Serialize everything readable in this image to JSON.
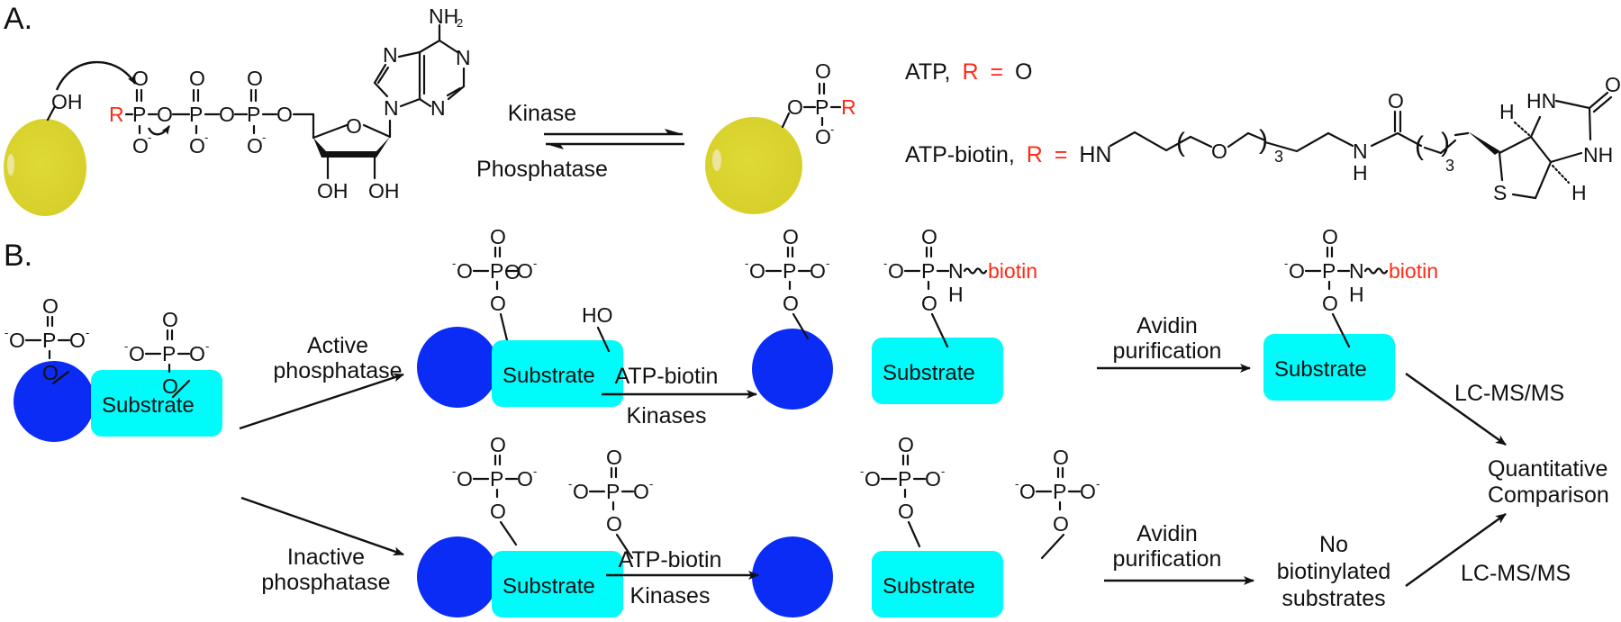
{
  "panels": {
    "a_label": "A.",
    "b_label": "B."
  },
  "colors": {
    "bead_yellow": "#dcd530",
    "protein_blue": "#0a2cf5",
    "substrate_cyan": "#00fbfb",
    "highlight_red": "#ff2a16",
    "ink": "#111111"
  },
  "panel_a": {
    "nucleophile": "OH",
    "r_group": "R",
    "phosphate_O": "O",
    "phosphate_P": "P",
    "bridge_O": "O",
    "neg_O": "O",
    "minus": "-",
    "adenine_nh2": "NH",
    "sub2": "2",
    "ring_N": "N",
    "ribose_O": "O",
    "ribose_OH_1": "OH",
    "ribose_OH_2": "OH",
    "forward_enzyme": "Kinase",
    "reverse_enzyme": "Phosphatase",
    "product_O": "O",
    "product_P": "P",
    "product_R": "R",
    "atp_def": {
      "name": "ATP,",
      "r": "R",
      "eq": "=",
      "value": "O"
    },
    "atp_biotin_def": {
      "name": "ATP-biotin,",
      "r": "R",
      "eq": "=",
      "value": "HN"
    },
    "linker": {
      "ether_O": "O",
      "peg_repeat": "3",
      "amide_N": "N",
      "amide_H": "H",
      "carbonyl_O": "O",
      "alkyl_repeat": "3",
      "biotin_HN": "HN",
      "biotin_NH": "NH",
      "biotin_O": "O",
      "biotin_S": "S",
      "biotin_H1": "H",
      "biotin_H2": "H"
    }
  },
  "panel_b": {
    "substrate_label": "Substrate",
    "biotin_label": "biotin",
    "hydroxyl": "HO",
    "nh_H": "H",
    "N": "N",
    "branches": {
      "active_label_line1": "Active",
      "active_label_line2": "phosphatase",
      "inactive_label_line1": "Inactive",
      "inactive_label_line2": "phosphatase"
    },
    "step_kinase": {
      "top": "ATP-biotin",
      "bottom": "Kinases"
    },
    "step_avidin": {
      "top": "Avidin",
      "bottom": "purification"
    },
    "no_product": [
      "No",
      "biotinylated",
      "substrates"
    ],
    "ms_label_top": "LC-MS/MS",
    "ms_label_bottom": "LC-MS/MS",
    "final": [
      "Quantitative",
      "Comparison"
    ]
  }
}
